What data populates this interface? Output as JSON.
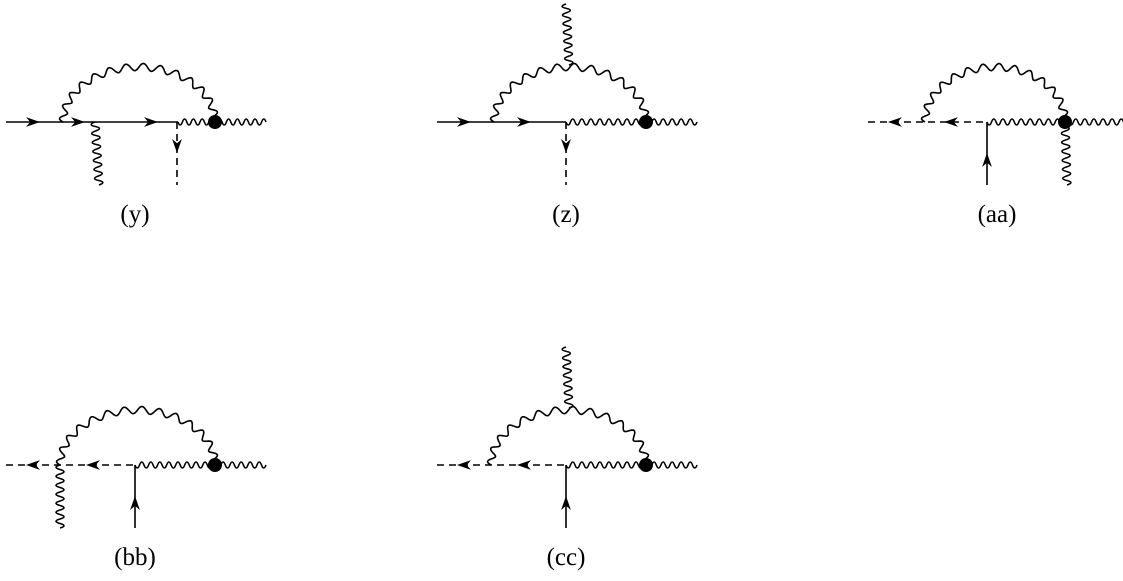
{
  "figure": {
    "panel_labels": {
      "y": "(y)",
      "z": "(z)",
      "aa": "(aa)",
      "bb": "(bb)",
      "cc": "(cc)"
    },
    "line_color": "#000000",
    "background": "#ffffff",
    "vertex_marker": "filled-black-dot"
  },
  "panels": [
    {
      "id": "y",
      "main_line": "fermion-in",
      "photon_arc": true,
      "external_photon": "down",
      "external_ghost": "dashed-down-arrow"
    },
    {
      "id": "z",
      "main_line": "fermion-in",
      "photon_arc": true,
      "external_photon": "up-from-arc",
      "external_ghost": "dashed-down-arrow"
    },
    {
      "id": "aa",
      "main_line": "ghost-out",
      "photon_arc": true,
      "external_photon": "down-from-vertex",
      "external_fermion": "solid-up-arrow"
    },
    {
      "id": "bb",
      "main_line": "ghost-out",
      "photon_arc": true,
      "external_photon": "down-from-arc-start",
      "external_fermion": "solid-up-arrow"
    },
    {
      "id": "cc",
      "main_line": "ghost-out",
      "photon_arc": true,
      "external_photon": "up-from-arc",
      "external_fermion": "solid-up-arrow"
    }
  ]
}
